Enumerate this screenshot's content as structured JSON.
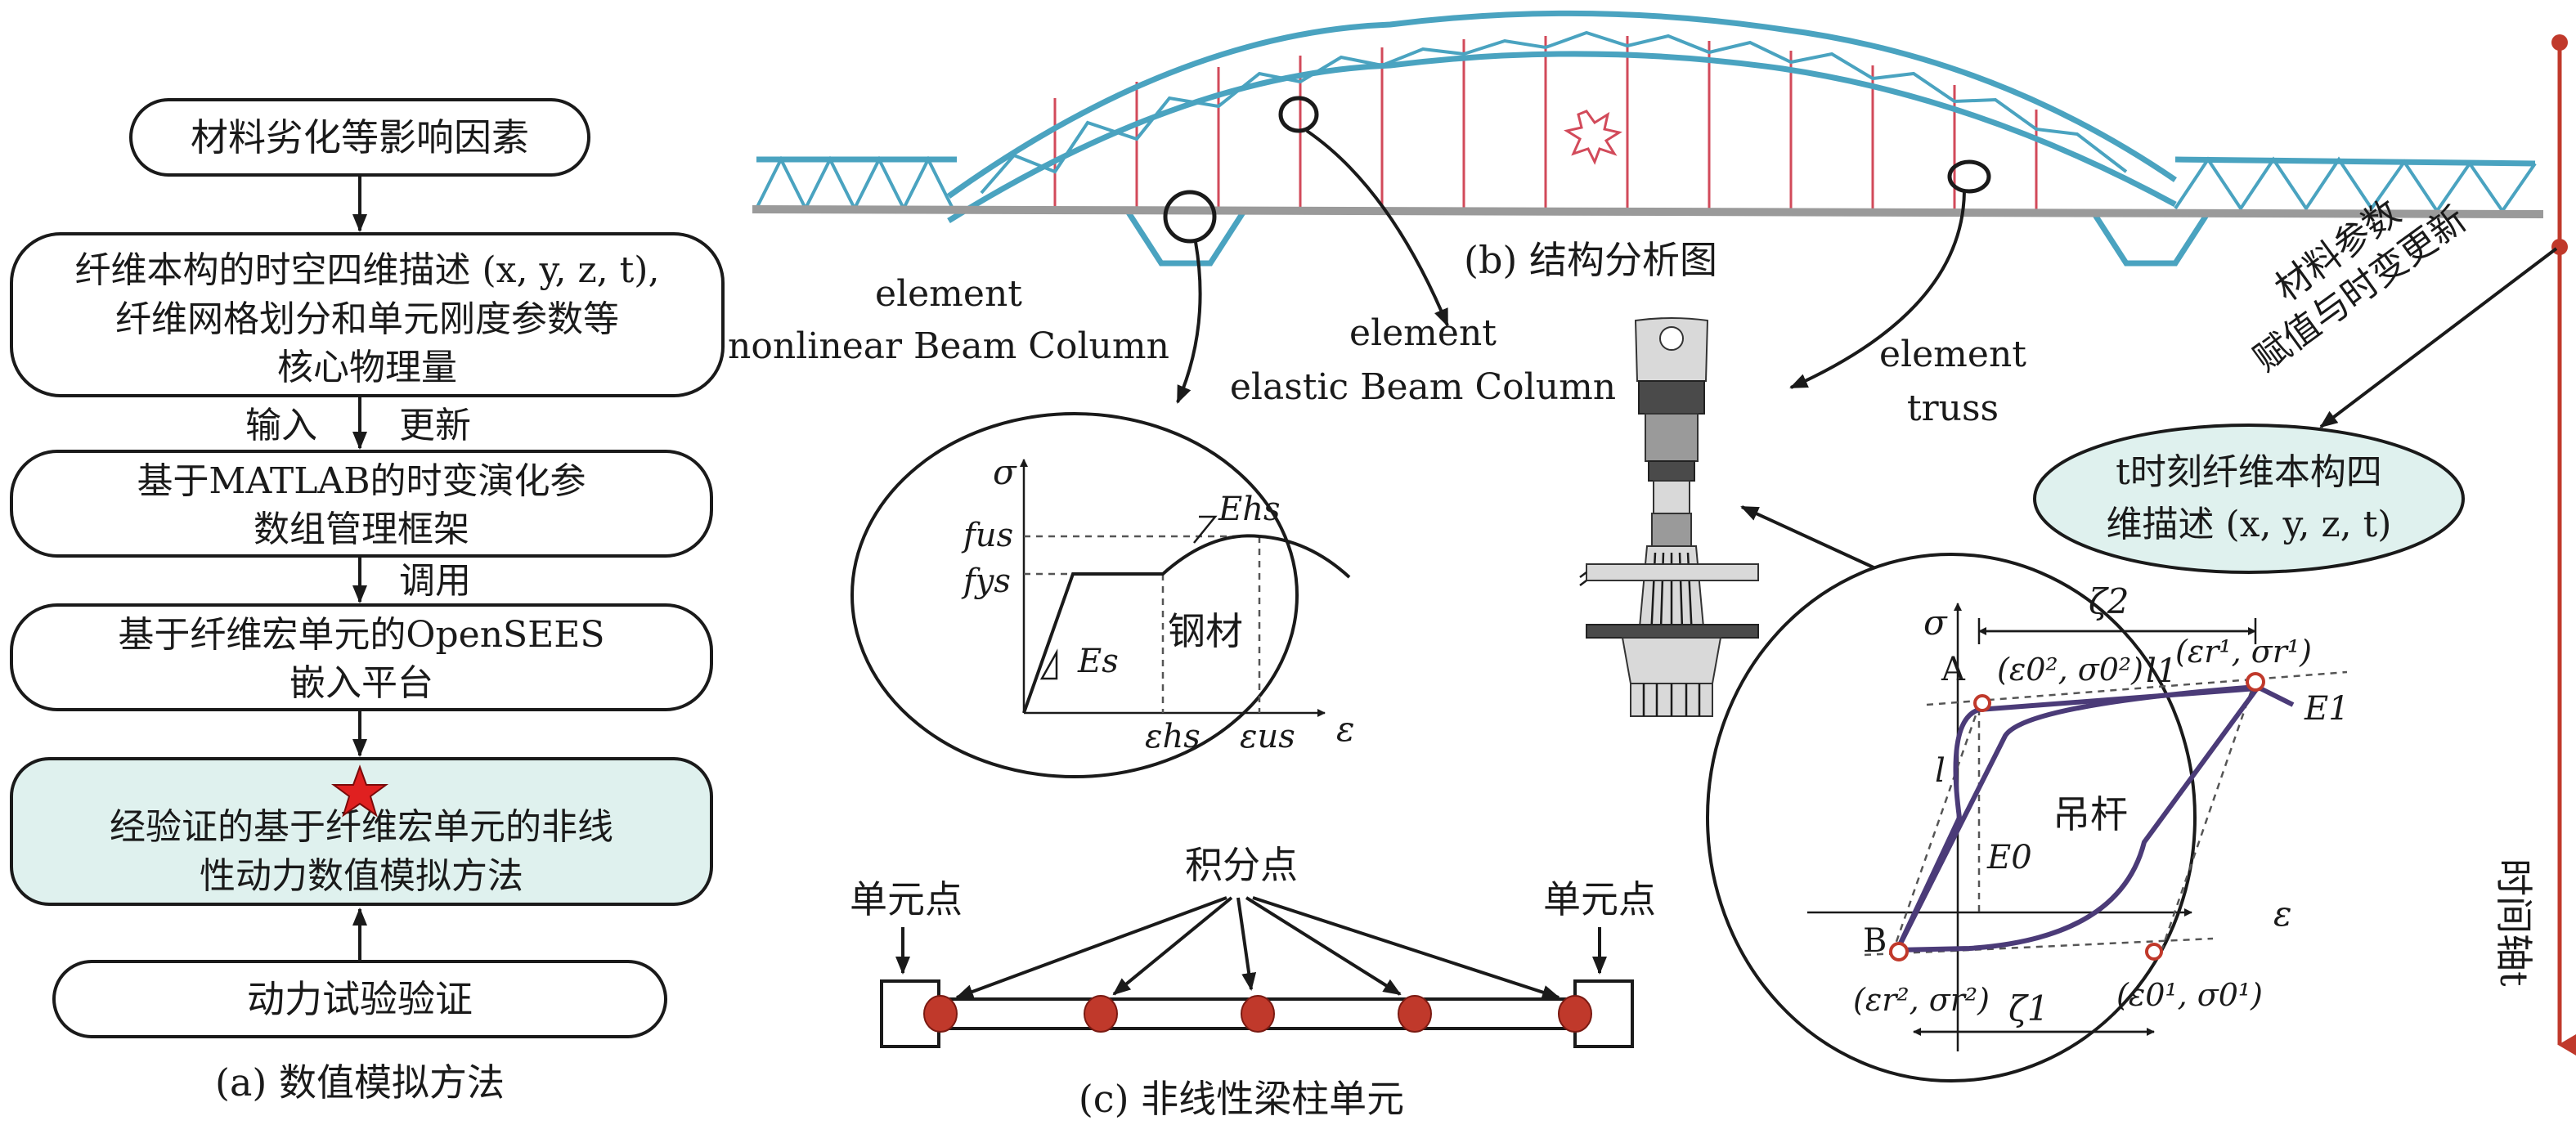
{
  "panel_a": {
    "caption": "(a) 数值模拟方法",
    "box1": "材料劣化等影响因素",
    "box2_l1": "纤维本构的时空四维描述 (x, y, z, t),",
    "box2_l2": "纤维网格划分和单元刚度参数等",
    "box2_l3": "核心物理量",
    "arrow_input": "输入",
    "arrow_update": "更新",
    "box3_l1": "基于MATLAB的时变演化参",
    "box3_l2": "数组管理框架",
    "arrow_call": "调用",
    "box4_l1": "基于纤维宏单元的OpenSEES",
    "box4_l2": "嵌入平台",
    "box5_l1": "经验证的基于纤维宏单元的非线",
    "box5_l2": "性动力数值模拟方法",
    "box6": "动力试验验证"
  },
  "panel_b": {
    "caption": "(b) 结构分析图",
    "label_nl_1": "element",
    "label_nl_2": "nonlinear Beam Column",
    "label_el_1": "element",
    "label_el_2": "elastic Beam Column",
    "label_tr_1": "element",
    "label_tr_2": "truss",
    "material_l1": "材料参数",
    "material_l2": "赋值与时变更新",
    "time_box_l1": "t时刻纤维本构四",
    "time_box_l2": "维描述 (x, y, z, t)",
    "time_axis": "时间轴t"
  },
  "steel_chart": {
    "sigma": "σ",
    "epsilon": "ε",
    "f_us": "fus",
    "f_ys": "fys",
    "E_hs": "Ehs",
    "E_s": "Es",
    "eps_hs": "εhs",
    "eps_us": "εus",
    "material": "钢材"
  },
  "hanger_chart": {
    "sigma": "σ",
    "epsilon": "ε",
    "zeta2": "ζ2",
    "zeta1": "ζ1",
    "point_A": "A",
    "point_B": "B",
    "pt_A_coord": "(ε0², σ0²)",
    "pt_r1_coord": "(εr¹, σr¹)",
    "pt_r2_coord": "(εr², σr²)",
    "pt_01_coord": "(ε0¹, σ0¹)",
    "l1": "l1",
    "l": "l",
    "E1": "E1",
    "E0": "E0",
    "material": "吊杆"
  },
  "panel_c": {
    "caption": "(c) 非线性梁柱单元",
    "integration_points": "积分点",
    "node_left": "单元点",
    "node_right": "单元点"
  },
  "colors": {
    "truss": "#4aa3c0",
    "hanger": "#d24a5a",
    "highlight_box": "#dff1ee",
    "curve": "#4b3b78",
    "point_red": "#c0392b",
    "star": "#e02020"
  }
}
